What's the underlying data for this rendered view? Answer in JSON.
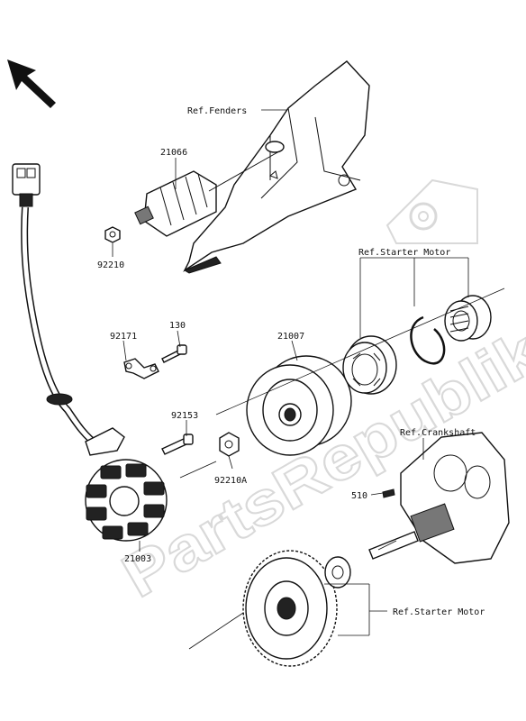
{
  "watermark": {
    "text": "PartsRepublik"
  },
  "labels": {
    "ref_fenders": "Ref.Fenders",
    "p21066": "21066",
    "p92210": "92210",
    "ref_starter_motor_top": "Ref.Starter Motor",
    "p92171": "92171",
    "p130": "130",
    "p21007": "21007",
    "p92153": "92153",
    "p92210A": "92210A",
    "p21003": "21003",
    "ref_crankshaft": "Ref.Crankshaft",
    "p510": "510",
    "ref_starter_motor_bottom": "Ref.Starter Motor"
  },
  "icons": {
    "direction": "front-direction-arrow-icon",
    "settings": "gear-icon"
  }
}
